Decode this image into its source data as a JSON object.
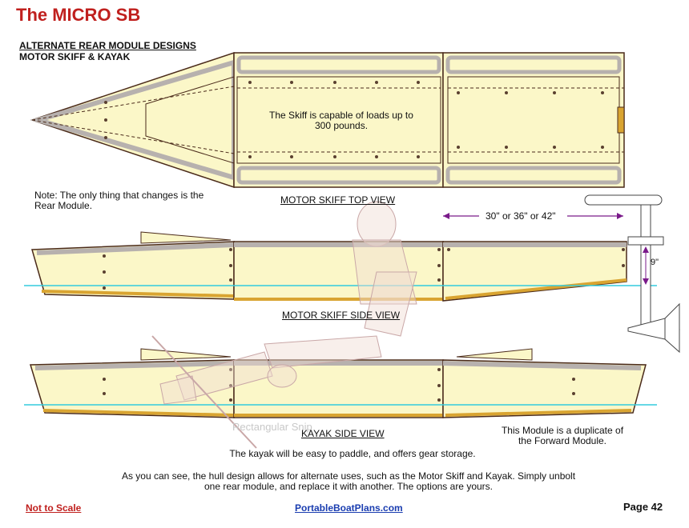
{
  "header": {
    "title": "The MICRO SB",
    "subtitle_1": "ALTERNATE REAR MODULE DESIGNS",
    "subtitle_2": "MOTOR SKIFF & KAYAK"
  },
  "top_view": {
    "skiff_note": "The Skiff is capable of loads up to 300 pounds.",
    "label": "MOTOR SKIFF TOP VIEW",
    "module_length": "30\" or 36\" or 42\""
  },
  "note": "Note:  The only thing that changes is the Rear Module.",
  "skiff_side": {
    "label": "MOTOR SKIFF SIDE VIEW",
    "height_dim": "9\""
  },
  "kayak_side": {
    "label": "KAYAK  SIDE VIEW",
    "watermark": "Rectangular Snip",
    "module_note": "This Module is a duplicate of the Forward Module.",
    "caption": "The kayak will be easy to paddle, and offers gear storage."
  },
  "body_text": "As you can see, the hull design allows for alternate uses, such as the Motor Skiff and Kayak. Simply unbolt one rear module, and replace it with another. The options are yours.",
  "footer": {
    "scale": "Not to Scale",
    "site": "PortableBoatPlans.com",
    "page": "Page  42"
  },
  "colors": {
    "title": "#c0201e",
    "hull_fill": "#fbf7c8",
    "frame": "#b7b1ae",
    "outline": "#4a2a1a",
    "water": "#33ccdd",
    "keel": "#d9a431",
    "link": "#1a3db0"
  }
}
